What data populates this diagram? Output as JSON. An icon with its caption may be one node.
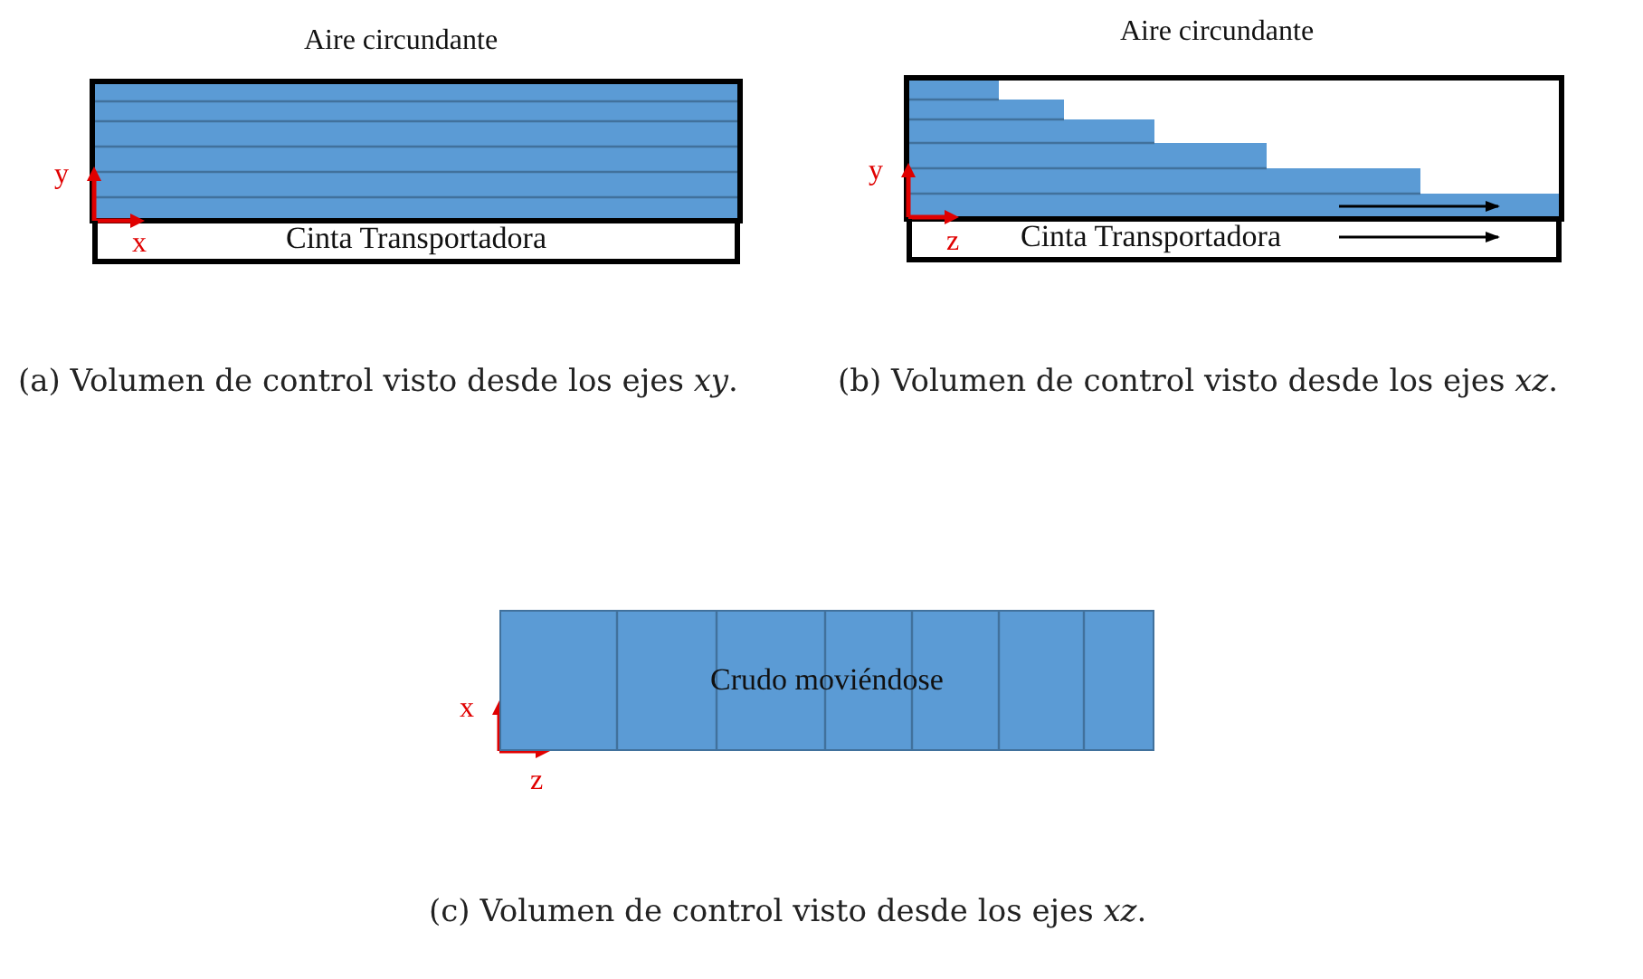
{
  "diagram": {
    "nodes": [
      {
        "text": [
          "Cinta Transportadora"
        ]
      },
      {
        "text": [
          "Cinta Transportadora"
        ]
      },
      {
        "text": [
          "Crudo moviéndose"
        ]
      }
    ],
    "labels": [
      "Aire circundante",
      "y",
      "x",
      "Aire circundante",
      "y",
      "z",
      "(a) Volumen de control visto desde los ejes *xy*.",
      "(b) Volumen de control visto desde los ejes *xz*.",
      "x",
      "z",
      "(c) Volumen de control visto desde los ejes *xz*."
    ]
  }
}
